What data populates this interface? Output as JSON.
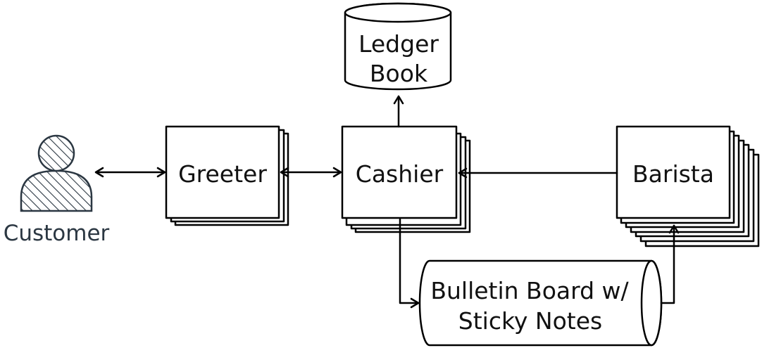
{
  "nodes": {
    "customer": {
      "label": "Customer"
    },
    "greeter": {
      "label": "Greeter"
    },
    "cashier": {
      "label": "Cashier"
    },
    "barista": {
      "label": "Barista"
    },
    "ledger": {
      "line1": "Ledger",
      "line2": "Book"
    },
    "bulletin": {
      "line1": "Bulletin Board w/",
      "line2": "Sticky Notes"
    }
  },
  "colors": {
    "stroke": "#000000",
    "person": "#2b3742",
    "background": "#ffffff"
  }
}
